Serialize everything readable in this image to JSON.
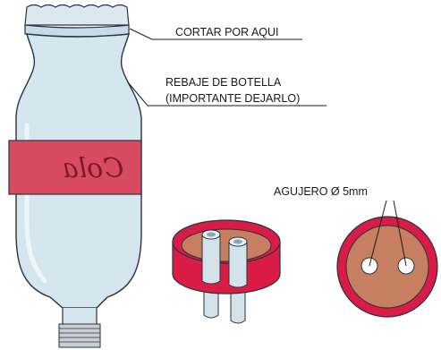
{
  "labels": {
    "cut_here": "CORTAR POR AQUI",
    "bottle_recess_line1": "REBAJE DE BOTELLA",
    "bottle_recess_line2": "(IMPORTANTE DEJARLO)",
    "hole": "AGUJERO Ø 5mm"
  },
  "bottle": {
    "logo_text": "Cola",
    "logo_mirrored": true
  },
  "colors": {
    "bottle_fill": "#d6e6ef",
    "bottle_outline": "#2a3340",
    "band": "#d84a5f",
    "cap_red": "#d81c45",
    "cap_inner": "#c77f62",
    "tube_fill": "#d4e3ea",
    "thread": "#c9cfd4"
  }
}
